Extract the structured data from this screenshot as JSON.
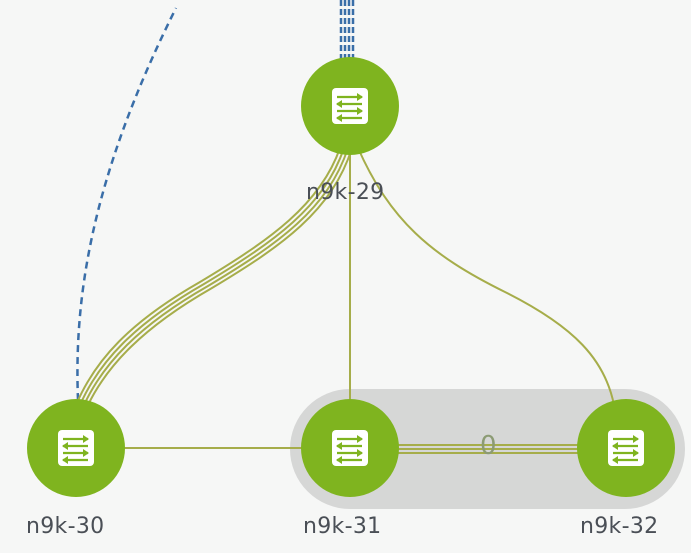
{
  "topology": {
    "nodes": [
      {
        "id": "n9k-29",
        "label": "n9k-29",
        "icon": "switch-icon"
      },
      {
        "id": "n9k-30",
        "label": "n9k-30",
        "icon": "switch-icon"
      },
      {
        "id": "n9k-31",
        "label": "n9k-31",
        "icon": "switch-icon"
      },
      {
        "id": "n9k-32",
        "label": "n9k-32",
        "icon": "switch-icon"
      }
    ],
    "links": [
      {
        "from": "n9k-29",
        "to": "n9k-30",
        "style": "multi-strand"
      },
      {
        "from": "n9k-29",
        "to": "n9k-31",
        "style": "single"
      },
      {
        "from": "n9k-29",
        "to": "n9k-32",
        "style": "single"
      },
      {
        "from": "n9k-30",
        "to": "n9k-31",
        "style": "single"
      },
      {
        "from": "n9k-31",
        "to": "n9k-32",
        "style": "bundle",
        "badge": "0"
      },
      {
        "from": "n9k-30",
        "to": "offscreen",
        "style": "dashed"
      },
      {
        "from": "n9k-29",
        "to": "offscreen",
        "style": "dashed-bundle"
      }
    ],
    "group": {
      "members": [
        "n9k-31",
        "n9k-32"
      ]
    }
  },
  "colors": {
    "node_fill": "#7fb41f",
    "node_icon_fill": "#ffffff",
    "link_color": "#a6ad4a",
    "dashed_link": "#3a6ea8",
    "group_fill": "#d2d2d2",
    "label_text": "#4a4f56"
  }
}
